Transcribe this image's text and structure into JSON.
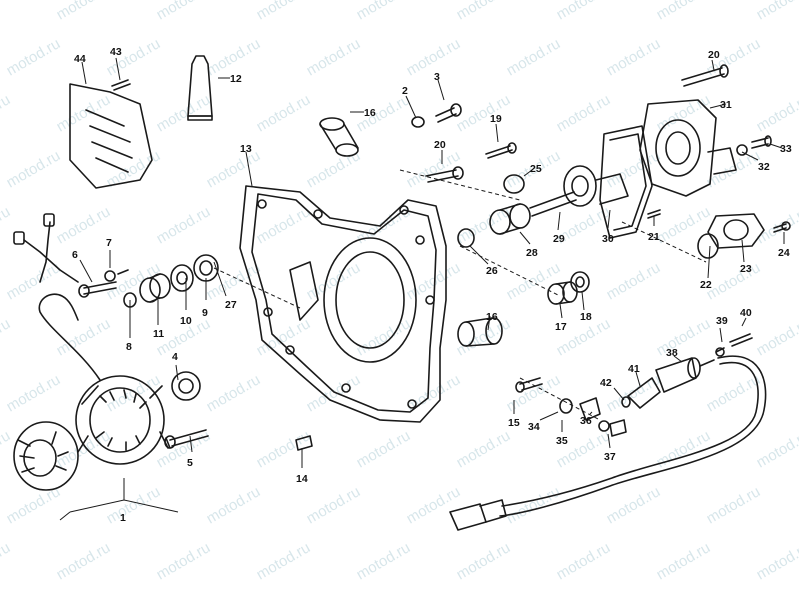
{
  "watermark": {
    "text": "motod.ru"
  },
  "colors": {
    "ink": "#1a1a1a",
    "watermark": "#8fb8c6",
    "background": "#ffffff"
  },
  "callouts": [
    {
      "id": "c1",
      "text": "1"
    },
    {
      "id": "c4",
      "text": "4"
    },
    {
      "id": "c5",
      "text": "5"
    },
    {
      "id": "c6",
      "text": "6"
    },
    {
      "id": "c7",
      "text": "7"
    },
    {
      "id": "c8",
      "text": "8"
    },
    {
      "id": "c9",
      "text": "9"
    },
    {
      "id": "c10",
      "text": "10"
    },
    {
      "id": "c11",
      "text": "11"
    },
    {
      "id": "c27",
      "text": "27"
    },
    {
      "id": "c44",
      "text": "44"
    },
    {
      "id": "c43",
      "text": "43"
    },
    {
      "id": "c12",
      "text": "12"
    },
    {
      "id": "c13",
      "text": "13"
    },
    {
      "id": "c16a",
      "text": "16"
    },
    {
      "id": "c2",
      "text": "2"
    },
    {
      "id": "c3",
      "text": "3"
    },
    {
      "id": "c19",
      "text": "19"
    },
    {
      "id": "c20a",
      "text": "20"
    },
    {
      "id": "c25",
      "text": "25"
    },
    {
      "id": "c20b",
      "text": "20"
    },
    {
      "id": "c31",
      "text": "31"
    },
    {
      "id": "c33",
      "text": "33"
    },
    {
      "id": "c32",
      "text": "32"
    },
    {
      "id": "c24",
      "text": "24"
    },
    {
      "id": "c23",
      "text": "23"
    },
    {
      "id": "c22",
      "text": "22"
    },
    {
      "id": "c21",
      "text": "21"
    },
    {
      "id": "c30",
      "text": "30"
    },
    {
      "id": "c29",
      "text": "29"
    },
    {
      "id": "c28",
      "text": "28"
    },
    {
      "id": "c26",
      "text": "26"
    },
    {
      "id": "c17",
      "text": "17"
    },
    {
      "id": "c18",
      "text": "18"
    },
    {
      "id": "c16b",
      "text": "16"
    },
    {
      "id": "c14",
      "text": "14"
    },
    {
      "id": "c15",
      "text": "15"
    },
    {
      "id": "c34",
      "text": "34"
    },
    {
      "id": "c35",
      "text": "35"
    },
    {
      "id": "c36",
      "text": "36"
    },
    {
      "id": "c37",
      "text": "37"
    },
    {
      "id": "c42",
      "text": "42"
    },
    {
      "id": "c41",
      "text": "41"
    },
    {
      "id": "c38",
      "text": "38"
    },
    {
      "id": "c39",
      "text": "39"
    },
    {
      "id": "c40",
      "text": "40"
    }
  ]
}
